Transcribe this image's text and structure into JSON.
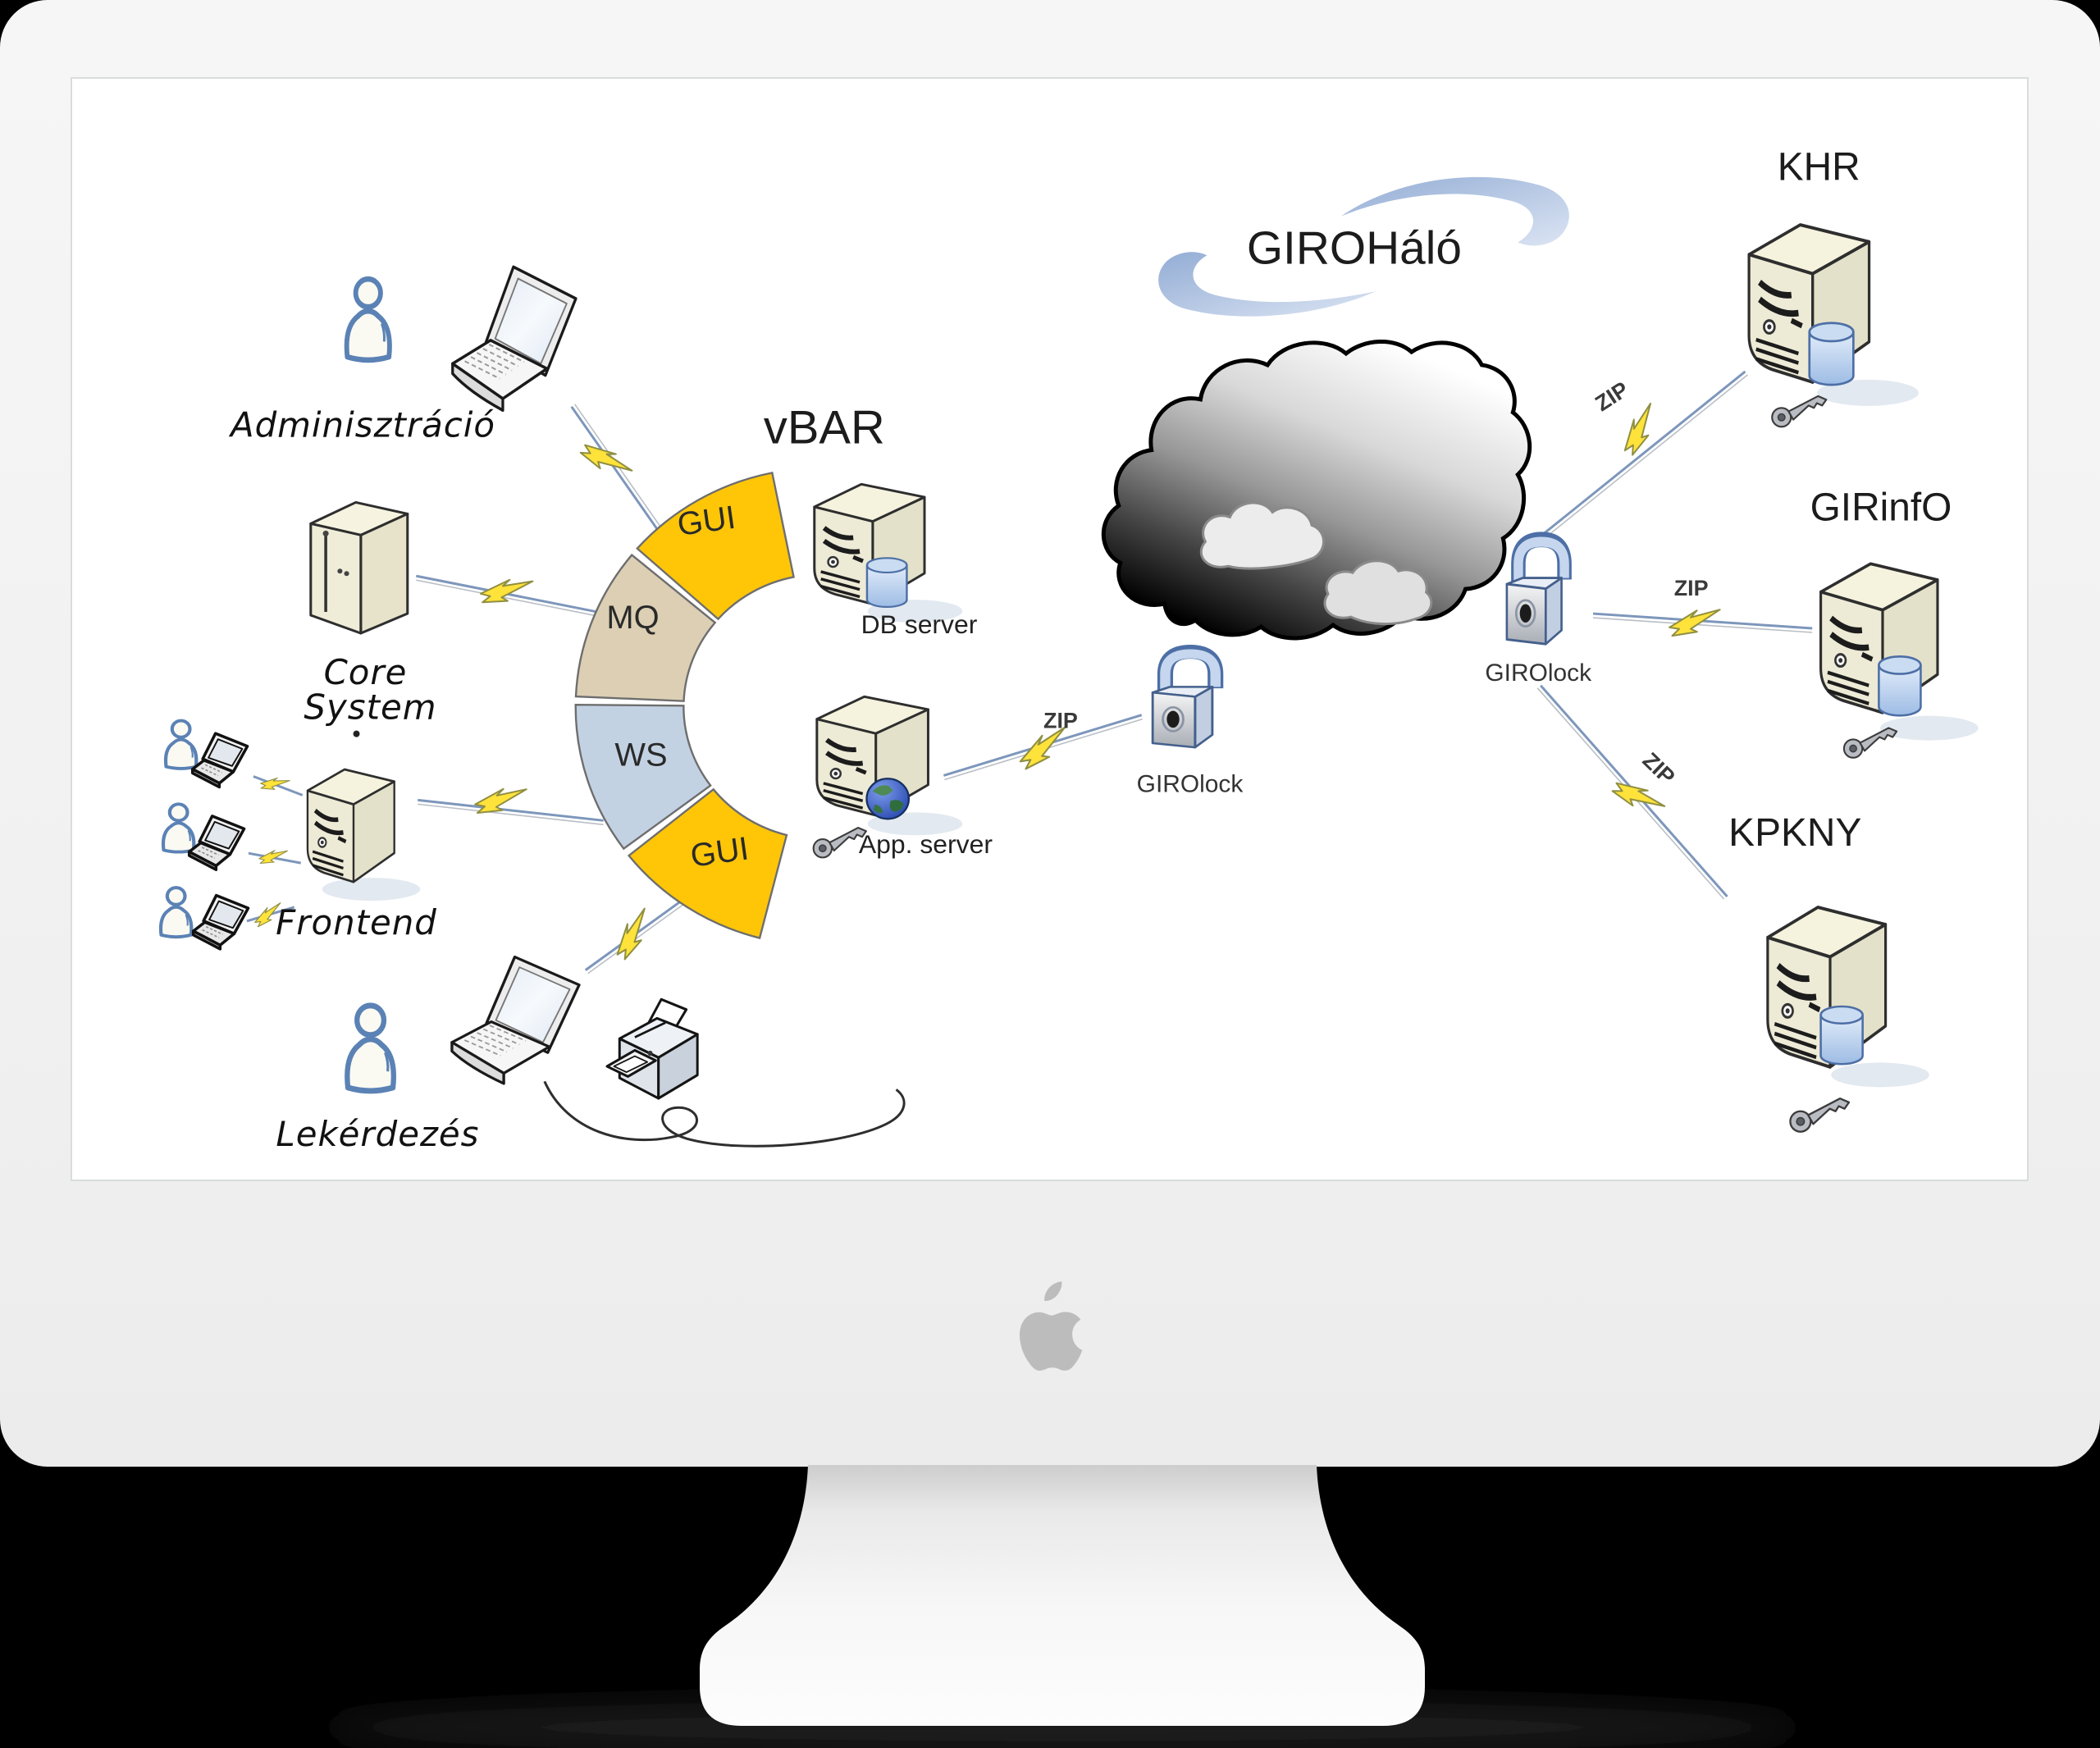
{
  "scene": {
    "background_color": "#000000",
    "monitor_color": "#f1f1f1",
    "accent_yellow": "#FFC608",
    "accent_tan": "#DCCFB4",
    "accent_blue": "#C3D2E3"
  },
  "diagram": {
    "title": "vBAR",
    "network_name": "GIROHáló",
    "ring_segments": [
      {
        "label": "GUI",
        "color": "#FFC608"
      },
      {
        "label": "MQ",
        "color": "#DCCFB4"
      },
      {
        "label": "WS",
        "color": "#C3D2E3"
      },
      {
        "label": "GUI",
        "color": "#FFC608"
      }
    ],
    "left_nodes": {
      "admin_label": "Adminisztráció",
      "core_label_line1": "Core",
      "core_label_line2": "System",
      "frontend_label": "Frontend",
      "query_label": "Lekérdezés"
    },
    "middle_nodes": {
      "db_server": "DB server",
      "app_server": "App. server"
    },
    "security": {
      "girolock_left": "GIROlock",
      "girolock_right": "GIROlock"
    },
    "right_nodes": {
      "khr": "KHR",
      "girinfo": "GIRinfO",
      "kpkny": "KPKNY"
    },
    "zip_links": [
      "ZIP",
      "ZIP",
      "ZIP",
      "ZIP"
    ]
  }
}
